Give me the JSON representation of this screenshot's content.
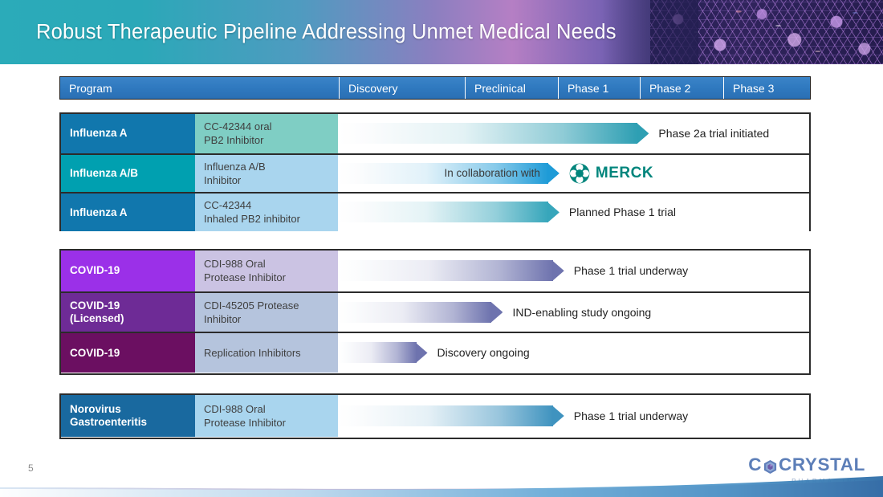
{
  "slide": {
    "title": "Robust Therapeutic Pipeline Addressing Unmet Medical Needs",
    "page_number": "5",
    "banner_icon": "protein-crystal-structure-image"
  },
  "table": {
    "columns": [
      {
        "label": "Program"
      },
      {
        "label": "Discovery"
      },
      {
        "label": "Preclinical"
      },
      {
        "label": "Phase 1"
      },
      {
        "label": "Phase 2"
      },
      {
        "label": "Phase 3"
      }
    ],
    "groups": [
      {
        "name": "influenza-group",
        "rows": [
          {
            "program": "Influenza A",
            "program_color": "#1177ad",
            "drug": "CC-42344 oral\nPB2 Inhibitor",
            "drug_color": "#7fcec4",
            "arrow_end_color": "#2e9fb3",
            "arrow_width_pct": 66,
            "status": "Phase 2a trial initiated",
            "inside_label": "",
            "partner_logo": ""
          },
          {
            "program": "Influenza A/B",
            "program_color": "#00a0b0",
            "drug": "Influenza A/B\nInhibitor",
            "drug_color": "#a9d5ee",
            "arrow_end_color": "#1e9bd7",
            "arrow_width_pct": 47,
            "status": "",
            "inside_label": "In collaboration with",
            "partner_logo": "MERCK"
          },
          {
            "program": "Influenza A",
            "program_color": "#1177ad",
            "drug": "CC-42344\nInhaled PB2 inhibitor",
            "drug_color": "#a9d5ee",
            "arrow_end_color": "#37a6bb",
            "arrow_width_pct": 47,
            "status": "Planned Phase 1 trial",
            "inside_label": "",
            "partner_logo": ""
          }
        ]
      },
      {
        "name": "covid-group",
        "rows": [
          {
            "program": "COVID-19",
            "program_color": "#9b30e8",
            "drug": "CDI-988 Oral\nProtease Inhibitor",
            "drug_color": "#cbc3e3",
            "arrow_end_color": "#6e73ae",
            "arrow_width_pct": 48,
            "status": "Phase 1 trial underway",
            "inside_label": "",
            "partner_logo": ""
          },
          {
            "program": "COVID-19\n(Licensed)",
            "program_color": "#6e2b96",
            "drug": "CDI-45205 Protease\nInhibitor",
            "drug_color": "#b5c4dd",
            "arrow_end_color": "#6e73ae",
            "arrow_width_pct": 35,
            "status": "IND-enabling study ongoing",
            "inside_label": "",
            "partner_logo": ""
          },
          {
            "program": "COVID-19",
            "program_color": "#6b0f61",
            "drug": "Replication Inhibitors",
            "drug_color": "#b5c4dd",
            "arrow_end_color": "#6e73ae",
            "arrow_width_pct": 19,
            "status": "Discovery ongoing",
            "inside_label": "",
            "partner_logo": ""
          }
        ]
      },
      {
        "name": "norovirus-group",
        "rows": [
          {
            "program": "Norovirus\nGastroenteritis",
            "program_color": "#19699f",
            "drug": "CDI-988 Oral\nProtease Inhibitor",
            "drug_color": "#a9d5ee",
            "arrow_end_color": "#3f93bf",
            "arrow_width_pct": 48,
            "status": "Phase 1 trial underway",
            "inside_label": "",
            "partner_logo": ""
          }
        ]
      }
    ]
  },
  "brand": {
    "logo_word_1": "C",
    "logo_word_2": "CRYSTAL",
    "logo_sub": "PHARMA, INC.",
    "logo_color": "#5d7fb8",
    "logo_icon": "hexagon-crystal-icon"
  },
  "colors": {
    "header_blue": "#2f79bf",
    "banner_teal": "#2babb9",
    "banner_purple": "#8b7fc0",
    "merck_green": "#00857c"
  }
}
